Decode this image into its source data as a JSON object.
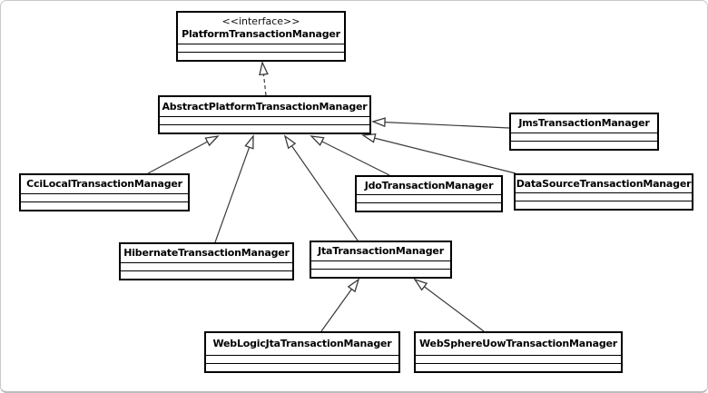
{
  "diagram": {
    "type": "uml-class-diagram",
    "classes": {
      "platform": {
        "stereotype": "<<interface>>",
        "name": "PlatformTransactionManager"
      },
      "abstract": {
        "name": "AbstractPlatformTransactionManager"
      },
      "jms": {
        "name": "JmsTransactionManager"
      },
      "cci": {
        "name": "CciLocalTransactionManager"
      },
      "jdo": {
        "name": "JdoTransactionManager"
      },
      "datasource": {
        "name": "DataSourceTransactionManager"
      },
      "hibernate": {
        "name": "HibernateTransactionManager"
      },
      "jta": {
        "name": "JtaTransactionManager"
      },
      "weblogic": {
        "name": "WebLogicJtaTransactionManager"
      },
      "websphere": {
        "name": "WebSphereUowTransactionManager"
      }
    },
    "relations": [
      {
        "from": "AbstractPlatformTransactionManager",
        "to": "PlatformTransactionManager",
        "type": "realization"
      },
      {
        "from": "CciLocalTransactionManager",
        "to": "AbstractPlatformTransactionManager",
        "type": "generalization"
      },
      {
        "from": "HibernateTransactionManager",
        "to": "AbstractPlatformTransactionManager",
        "type": "generalization"
      },
      {
        "from": "JtaTransactionManager",
        "to": "AbstractPlatformTransactionManager",
        "type": "generalization"
      },
      {
        "from": "JdoTransactionManager",
        "to": "AbstractPlatformTransactionManager",
        "type": "generalization"
      },
      {
        "from": "DataSourceTransactionManager",
        "to": "AbstractPlatformTransactionManager",
        "type": "generalization"
      },
      {
        "from": "JmsTransactionManager",
        "to": "AbstractPlatformTransactionManager",
        "type": "generalization"
      },
      {
        "from": "WebLogicJtaTransactionManager",
        "to": "JtaTransactionManager",
        "type": "generalization"
      },
      {
        "from": "WebSphereUowTransactionManager",
        "to": "JtaTransactionManager",
        "type": "generalization"
      }
    ],
    "colors": {
      "box_border": "#000000",
      "box_bg": "#ffffff",
      "line": "#3a3a3a",
      "page_bg": "#ffffff",
      "frame_border": "#c9c9c9"
    }
  }
}
